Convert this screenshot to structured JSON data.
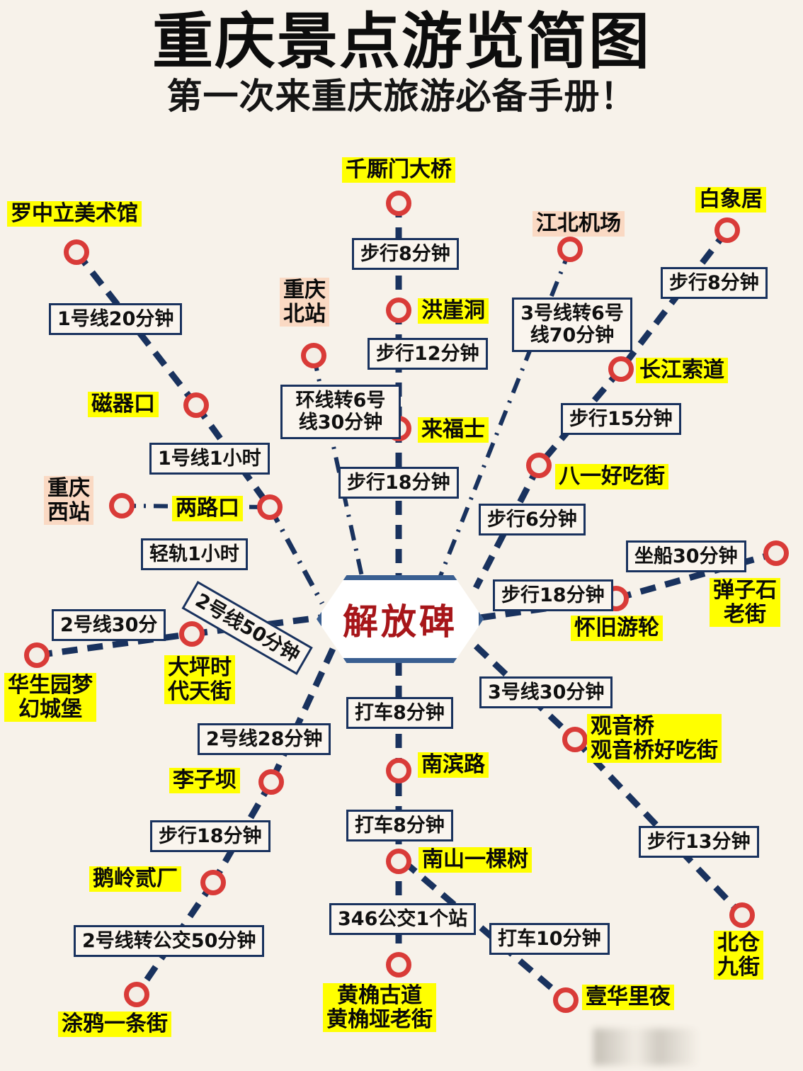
{
  "header": {
    "title": "重庆景点游览简图",
    "subtitle": "第一次来重庆旅游必备手册！"
  },
  "hub": {
    "label": "解放碑"
  },
  "places": [
    {
      "id": "luozhongli",
      "label": "罗中立美术馆",
      "type": "attraction"
    },
    {
      "id": "qiansimen",
      "label": "千厮门大桥",
      "type": "attraction"
    },
    {
      "id": "baixiangju",
      "label": "白象居",
      "type": "attraction"
    },
    {
      "id": "jiangbei",
      "label": "江北机场",
      "type": "transport-hub"
    },
    {
      "id": "beizhan",
      "label_line1": "重庆",
      "label_line2": "北站",
      "type": "transport-hub"
    },
    {
      "id": "hongyadong",
      "label": "洪崖洞",
      "type": "attraction"
    },
    {
      "id": "changjiang",
      "label": "长江索道",
      "type": "attraction"
    },
    {
      "id": "ciqikou",
      "label": "磁器口",
      "type": "attraction"
    },
    {
      "id": "raffles",
      "label": "来福士",
      "type": "attraction"
    },
    {
      "id": "bayi",
      "label": "八一好吃街",
      "type": "attraction"
    },
    {
      "id": "xizhan",
      "label_line1": "重庆",
      "label_line2": "西站",
      "type": "transport-hub"
    },
    {
      "id": "lianglukou",
      "label": "两路口",
      "type": "attraction"
    },
    {
      "id": "danzishi",
      "label_line1": "弹子石",
      "label_line2": "老街",
      "type": "attraction"
    },
    {
      "id": "huaijiu",
      "label": "怀旧游轮",
      "type": "attraction"
    },
    {
      "id": "huashengyuan",
      "label_line1": "华生园梦",
      "label_line2": "幻城堡",
      "type": "attraction"
    },
    {
      "id": "daping",
      "label_line1": "大坪时",
      "label_line2": "代天街",
      "type": "attraction"
    },
    {
      "id": "guanyinqiao",
      "label_line1": "观音桥",
      "label_line2": "观音桥好吃街",
      "type": "attraction"
    },
    {
      "id": "nanbinlu",
      "label": "南滨路",
      "type": "attraction"
    },
    {
      "id": "liziba",
      "label": "李子坝",
      "type": "attraction"
    },
    {
      "id": "nanshan",
      "label": "南山一棵树",
      "type": "attraction"
    },
    {
      "id": "elingerchang",
      "label": "鹅岭贰厂",
      "type": "attraction"
    },
    {
      "id": "beicang",
      "label_line1": "北仓",
      "label_line2": "九街",
      "type": "attraction"
    },
    {
      "id": "yihuali",
      "label": "壹华里夜",
      "type": "attraction"
    },
    {
      "id": "huangjue",
      "label_line1": "黄桷古道",
      "label_line2": "黄桷垭老街",
      "type": "attraction"
    },
    {
      "id": "tuya",
      "label": "涂鸦一条街",
      "type": "attraction"
    }
  ],
  "edges": [
    {
      "id": "e-luozhongli-ciqikou",
      "label": "1号线20分钟"
    },
    {
      "id": "e-qiansimen-hongyadong",
      "label": "步行8分钟"
    },
    {
      "id": "e-baixiangju-changjiang",
      "label": "步行8分钟"
    },
    {
      "id": "e-jiangbei-hub",
      "label_line1": "3号线转6号",
      "label_line2": "线70分钟"
    },
    {
      "id": "e-hongyadong-raffles",
      "label": "步行12分钟"
    },
    {
      "id": "e-beizhan-hub",
      "label_line1": "环线转6号",
      "label_line2": "线30分钟"
    },
    {
      "id": "e-changjiang-bayi",
      "label": "步行15分钟"
    },
    {
      "id": "e-ciqikou-lianglukou",
      "label": "1号线1小时"
    },
    {
      "id": "e-raffles-hub",
      "label": "步行18分钟"
    },
    {
      "id": "e-bayi-hub",
      "label": "步行6分钟"
    },
    {
      "id": "e-xizhan-lianglukou",
      "label": "轻轨1小时"
    },
    {
      "id": "e-danzishi-huaijiu",
      "label": "坐船30分钟"
    },
    {
      "id": "e-huaijiu-hub",
      "label": "步行18分钟"
    },
    {
      "id": "e-huasheng-daping",
      "label": "2号线30分"
    },
    {
      "id": "e-daping-hub",
      "label": "2号线50分钟"
    },
    {
      "id": "e-hub-nanbinlu",
      "label": "打车8分钟"
    },
    {
      "id": "e-hub-guanyinqiao",
      "label": "3号线30分钟"
    },
    {
      "id": "e-liziba-hub",
      "label": "2号线28分钟"
    },
    {
      "id": "e-nanbinlu-nanshan",
      "label": "打车8分钟"
    },
    {
      "id": "e-eling-liziba",
      "label": "步行18分钟"
    },
    {
      "id": "e-guanyinqiao-beicang",
      "label": "步行13分钟"
    },
    {
      "id": "e-nanshan-huangjue",
      "label": "346公交1个站"
    },
    {
      "id": "e-nanshan-yihuali",
      "label": "打车10分钟"
    },
    {
      "id": "e-tuya-eling",
      "label": "2号线转公交50分钟"
    }
  ],
  "colors": {
    "background": "#f7f2ea",
    "line": "#19325e",
    "node_ring": "#d93b38",
    "place_highlight": "#ffff00",
    "transport_highlight": "#fad9c3",
    "hub_border": "#3a5f91",
    "hub_text": "#a7161a"
  }
}
